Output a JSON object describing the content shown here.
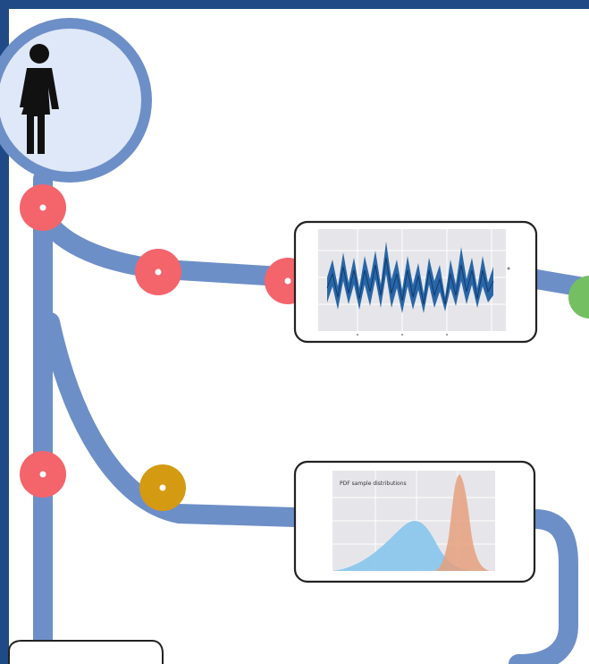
{
  "colors": {
    "frame": "#1f4a86",
    "track": "#6d8fc8",
    "person_circle_fill": "#dfe8f8",
    "person_circle_stroke": "#6d8fc8",
    "waypoint_red": "#f4646b",
    "waypoint_gold": "#d49a12",
    "waypoint_green": "#73bf62",
    "timeseries_line": "#1f5fa3",
    "dist_blue": "#86c5ec",
    "dist_orange": "#e5a07e",
    "panel_bg": "#e6e6ea"
  },
  "nodes": {
    "person": {
      "icon": "person-icon"
    },
    "waypoints": [
      {
        "name": "waypoint-top-left",
        "color": "red"
      },
      {
        "name": "waypoint-upper-branch-1",
        "color": "red"
      },
      {
        "name": "waypoint-upper-branch-2",
        "color": "red"
      },
      {
        "name": "waypoint-left-lower",
        "color": "red"
      },
      {
        "name": "waypoint-lower-branch",
        "color": "gold"
      },
      {
        "name": "waypoint-right-edge",
        "color": "green"
      }
    ]
  },
  "cards": {
    "timeseries": {
      "icon": "timeseries-plot-thumbnail"
    },
    "distribution": {
      "icon": "distribution-plot-thumbnail",
      "caption": "PDF sample distributions"
    }
  }
}
